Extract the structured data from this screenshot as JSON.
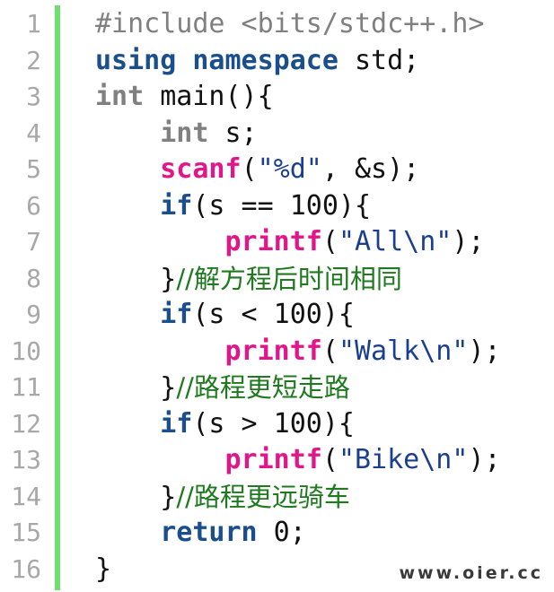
{
  "editor": {
    "accent_color": "#6fe06a",
    "lines": [
      {
        "num": "1",
        "tokens": [
          {
            "t": "#include <bits/stdc++.h>",
            "c": "pre"
          }
        ]
      },
      {
        "num": "2",
        "tokens": [
          {
            "t": "using",
            "c": "kw"
          },
          {
            "t": " ",
            "c": "pl"
          },
          {
            "t": "namespace",
            "c": "kw"
          },
          {
            "t": " std;",
            "c": "pl"
          }
        ]
      },
      {
        "num": "3",
        "tokens": [
          {
            "t": "int",
            "c": "ty"
          },
          {
            "t": " main(){",
            "c": "pl"
          }
        ]
      },
      {
        "num": "4",
        "tokens": [
          {
            "t": "    ",
            "c": "pl"
          },
          {
            "t": "int",
            "c": "ty"
          },
          {
            "t": " s;",
            "c": "pl"
          }
        ]
      },
      {
        "num": "5",
        "tokens": [
          {
            "t": "    ",
            "c": "pl"
          },
          {
            "t": "scanf",
            "c": "fn"
          },
          {
            "t": "(",
            "c": "pl"
          },
          {
            "t": "\"%d\"",
            "c": "st"
          },
          {
            "t": ", &s);",
            "c": "pl"
          }
        ]
      },
      {
        "num": "6",
        "tokens": [
          {
            "t": "    ",
            "c": "pl"
          },
          {
            "t": "if",
            "c": "kw"
          },
          {
            "t": "(s == 100){",
            "c": "pl"
          }
        ]
      },
      {
        "num": "7",
        "tokens": [
          {
            "t": "        ",
            "c": "pl"
          },
          {
            "t": "printf",
            "c": "fn"
          },
          {
            "t": "(",
            "c": "pl"
          },
          {
            "t": "\"All\\n\"",
            "c": "st"
          },
          {
            "t": ");",
            "c": "pl"
          }
        ]
      },
      {
        "num": "8",
        "tokens": [
          {
            "t": "    }",
            "c": "pl"
          },
          {
            "t": "//解方程后时间相同",
            "c": "cm"
          }
        ]
      },
      {
        "num": "9",
        "tokens": [
          {
            "t": "    ",
            "c": "pl"
          },
          {
            "t": "if",
            "c": "kw"
          },
          {
            "t": "(s < 100){",
            "c": "pl"
          }
        ]
      },
      {
        "num": "10",
        "tokens": [
          {
            "t": "        ",
            "c": "pl"
          },
          {
            "t": "printf",
            "c": "fn"
          },
          {
            "t": "(",
            "c": "pl"
          },
          {
            "t": "\"Walk\\n\"",
            "c": "st"
          },
          {
            "t": ");",
            "c": "pl"
          }
        ]
      },
      {
        "num": "11",
        "tokens": [
          {
            "t": "    }",
            "c": "pl"
          },
          {
            "t": "//路程更短走路",
            "c": "cm"
          }
        ]
      },
      {
        "num": "12",
        "tokens": [
          {
            "t": "    ",
            "c": "pl"
          },
          {
            "t": "if",
            "c": "kw"
          },
          {
            "t": "(s > 100){",
            "c": "pl"
          }
        ]
      },
      {
        "num": "13",
        "tokens": [
          {
            "t": "        ",
            "c": "pl"
          },
          {
            "t": "printf",
            "c": "fn"
          },
          {
            "t": "(",
            "c": "pl"
          },
          {
            "t": "\"Bike\\n\"",
            "c": "st"
          },
          {
            "t": ");",
            "c": "pl"
          }
        ]
      },
      {
        "num": "14",
        "tokens": [
          {
            "t": "    }",
            "c": "pl"
          },
          {
            "t": "//路程更远骑车",
            "c": "cm"
          }
        ]
      },
      {
        "num": "15",
        "tokens": [
          {
            "t": "    ",
            "c": "pl"
          },
          {
            "t": "return",
            "c": "kw"
          },
          {
            "t": " 0;",
            "c": "pl"
          }
        ]
      },
      {
        "num": "16",
        "tokens": [
          {
            "t": "}",
            "c": "pl"
          }
        ]
      }
    ]
  },
  "watermark": "www.oier.cc"
}
